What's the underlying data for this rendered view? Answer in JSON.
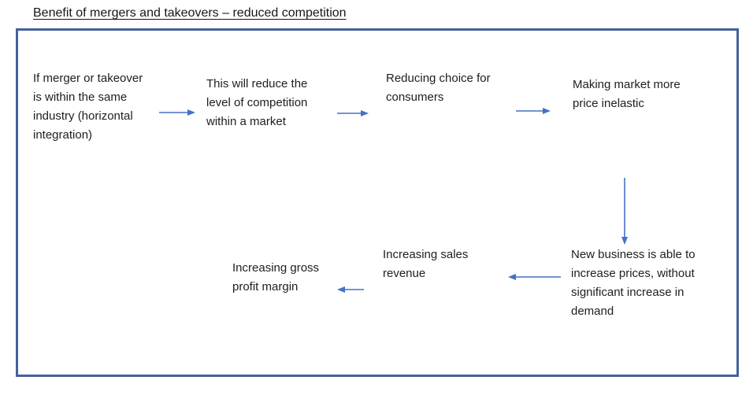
{
  "title": "Benefit of mergers and takeovers – reduced competition",
  "diagram": {
    "nodes": [
      {
        "id": "horizontal-integration",
        "text": "If merger or takeover is within the same industry (horizontal integration)"
      },
      {
        "id": "reduce-competition",
        "text": "This will reduce the level of competition within a market"
      },
      {
        "id": "reducing-choice",
        "text": "Reducing choice for consumers"
      },
      {
        "id": "price-inelastic",
        "text": "Making market more price inelastic"
      },
      {
        "id": "new-business-prices",
        "text": "New business is able to increase prices, without significant increase in demand"
      },
      {
        "id": "sales-revenue",
        "text": "Increasing sales revenue"
      },
      {
        "id": "gross-profit-margin",
        "text": "Increasing gross profit margin"
      }
    ],
    "arrows": [
      {
        "from": "horizontal-integration",
        "to": "reduce-competition",
        "direction": "right"
      },
      {
        "from": "reduce-competition",
        "to": "reducing-choice",
        "direction": "right"
      },
      {
        "from": "reducing-choice",
        "to": "price-inelastic",
        "direction": "right"
      },
      {
        "from": "price-inelastic",
        "to": "new-business-prices",
        "direction": "down"
      },
      {
        "from": "new-business-prices",
        "to": "sales-revenue",
        "direction": "left"
      },
      {
        "from": "sales-revenue",
        "to": "gross-profit-margin",
        "direction": "left"
      }
    ],
    "colors": {
      "arrow": "#4472c4",
      "border": "#44619d",
      "text": "#1e1e1e"
    }
  }
}
